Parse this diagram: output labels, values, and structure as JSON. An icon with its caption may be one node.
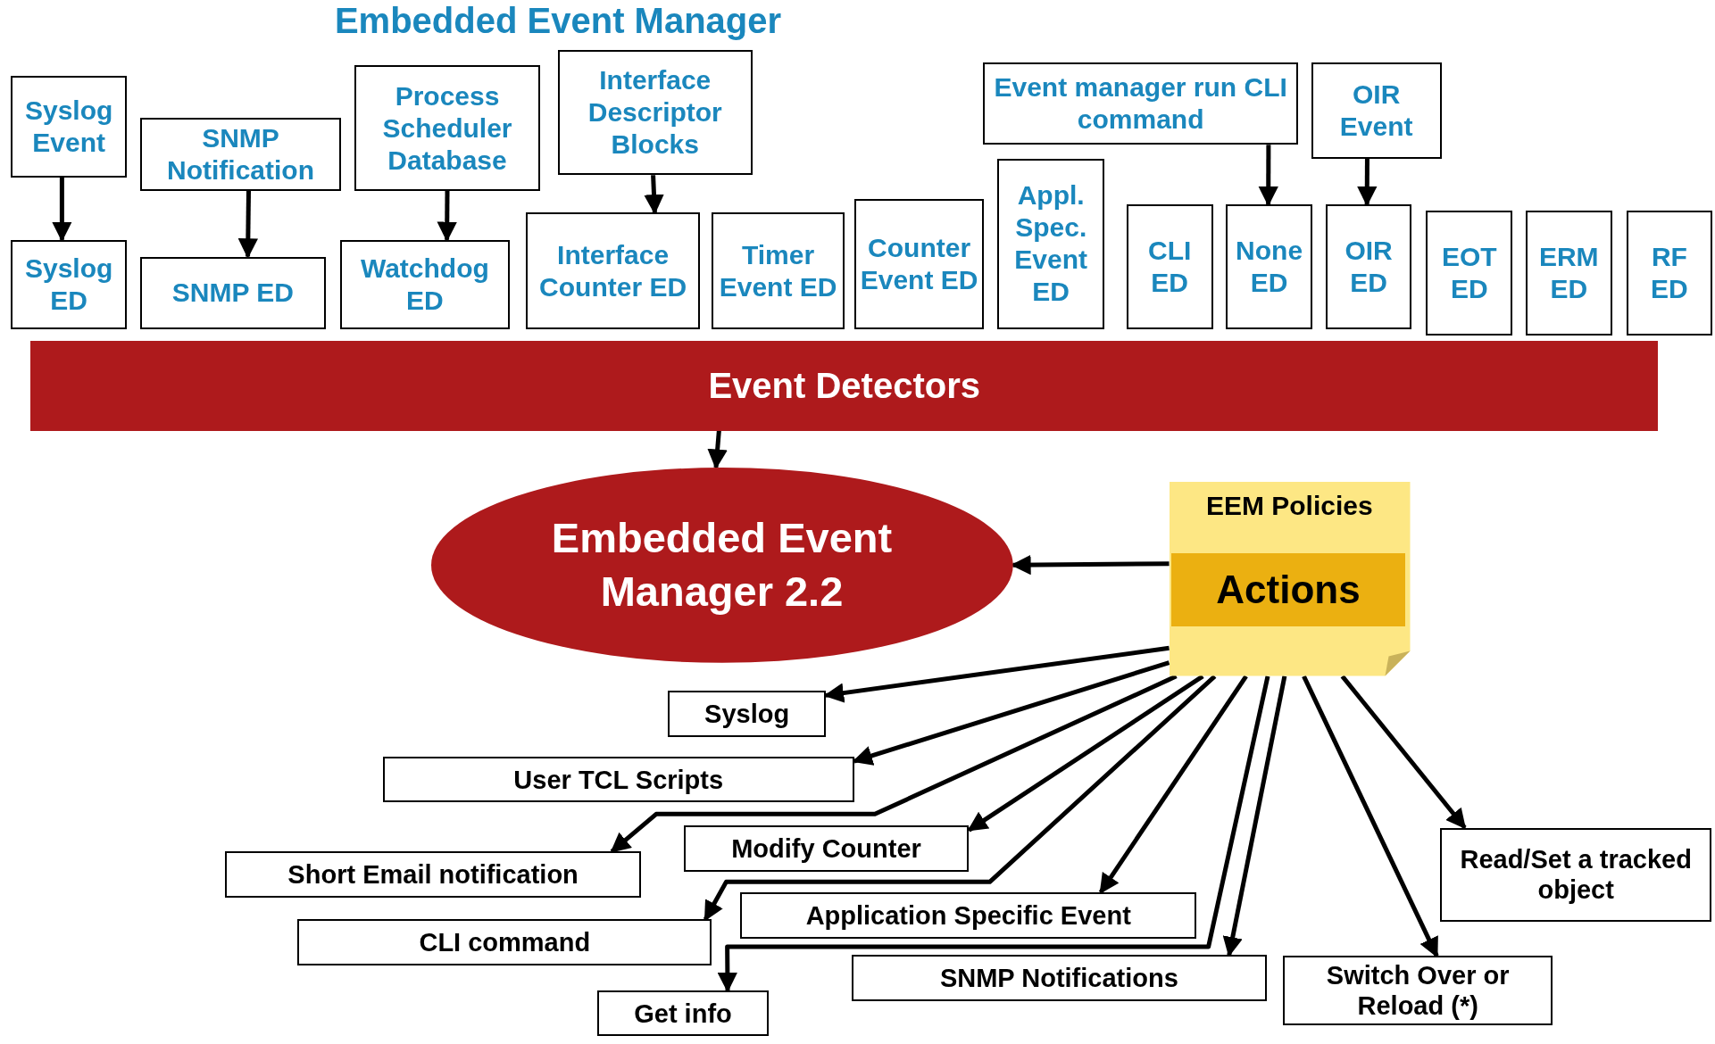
{
  "diagram": {
    "title": "Embedded Event Manager",
    "nodes": [
      {
        "text": [
          "Syslog Event"
        ]
      },
      {
        "text": [
          "SNMP Notification"
        ]
      },
      {
        "text": [
          "Process Scheduler Database"
        ]
      },
      {
        "text": [
          "Interface Descriptor Blocks"
        ]
      },
      {
        "text": [
          "Event manager run CLI command"
        ]
      },
      {
        "text": [
          "OIR Event"
        ]
      },
      {
        "text": [
          "Syslog ED"
        ]
      },
      {
        "text": [
          "SNMP ED"
        ]
      },
      {
        "text": [
          "Watchdog ED"
        ]
      },
      {
        "text": [
          "Interface Counter ED"
        ]
      },
      {
        "text": [
          "Timer Event ED"
        ]
      },
      {
        "text": [
          "Counter Event ED"
        ]
      },
      {
        "text": [
          "Appl. Spec. Event ED"
        ]
      },
      {
        "text": [
          "CLI ED"
        ]
      },
      {
        "text": [
          "None ED"
        ]
      },
      {
        "text": [
          "OIR ED"
        ]
      },
      {
        "text": [
          "EOT ED"
        ]
      },
      {
        "text": [
          "ERM ED"
        ]
      },
      {
        "text": [
          "RF ED"
        ]
      },
      {
        "text": [
          "Event Detectors"
        ]
      },
      {
        "text": [
          "Embedded Event Manager 2.2"
        ]
      },
      {
        "text": [
          "EEM Policies"
        ]
      },
      {
        "text": [
          "Actions"
        ],
        "in": 21
      },
      {
        "text": [
          "Syslog"
        ]
      },
      {
        "text": [
          "User TCL Scripts"
        ]
      },
      {
        "text": [
          "Short Email notification"
        ]
      },
      {
        "text": [
          "Modify Counter"
        ]
      },
      {
        "text": [
          "CLI command"
        ]
      },
      {
        "text": [
          "Application Specific Event"
        ]
      },
      {
        "text": [
          "SNMP Notifications"
        ]
      },
      {
        "text": [
          "Get info"
        ]
      },
      {
        "text": [
          "Read/Set a tracked object"
        ]
      },
      {
        "text": [
          "Switch Over or Reload (*)"
        ]
      }
    ],
    "edges": [
      {
        "from": 0,
        "to": 6,
        "arrow": "to"
      },
      {
        "from": 1,
        "to": 7,
        "arrow": "to"
      },
      {
        "from": 2,
        "to": 8,
        "arrow": "to"
      },
      {
        "from": 3,
        "to": 9,
        "arrow": "to"
      },
      {
        "from": 4,
        "to": 14,
        "arrow": "to"
      },
      {
        "from": 5,
        "to": 15,
        "arrow": "to"
      },
      {
        "from": 19,
        "to": 20,
        "arrow": "to"
      },
      {
        "from": 21,
        "to": 20,
        "arrow": "to"
      },
      {
        "from": 21,
        "to": 23,
        "arrow": "to"
      },
      {
        "from": 21,
        "to": 24,
        "arrow": "to"
      },
      {
        "from": 21,
        "to": 25,
        "arrow": "to"
      },
      {
        "from": 21,
        "to": 26,
        "arrow": "to"
      },
      {
        "from": 21,
        "to": 27,
        "arrow": "to"
      },
      {
        "from": 21,
        "to": 28,
        "arrow": "to"
      },
      {
        "from": 21,
        "to": 29,
        "arrow": "to"
      },
      {
        "from": 21,
        "to": 30,
        "arrow": "to"
      },
      {
        "from": 21,
        "to": 31,
        "arrow": "to"
      },
      {
        "from": 21,
        "to": 32,
        "arrow": "to"
      }
    ]
  }
}
